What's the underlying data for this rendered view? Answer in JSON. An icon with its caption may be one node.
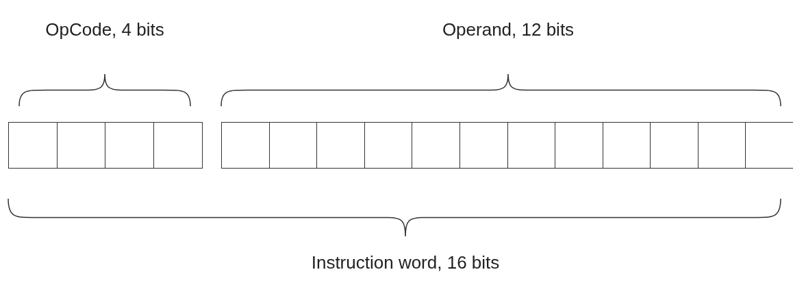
{
  "diagram": {
    "nodes": [
      {
        "text": [],
        "shape": "box"
      },
      {
        "text": [],
        "shape": "box"
      },
      {
        "text": [],
        "shape": "box"
      },
      {
        "text": [],
        "shape": "box"
      },
      {
        "text": [],
        "shape": "box"
      },
      {
        "text": [],
        "shape": "box"
      },
      {
        "text": [],
        "shape": "box"
      },
      {
        "text": [],
        "shape": "box"
      },
      {
        "text": [],
        "shape": "box"
      },
      {
        "text": [],
        "shape": "box"
      },
      {
        "text": [],
        "shape": "box"
      },
      {
        "text": [],
        "shape": "box"
      },
      {
        "text": [],
        "shape": "box"
      },
      {
        "text": [],
        "shape": "box"
      },
      {
        "text": [],
        "shape": "box"
      },
      {
        "text": [],
        "shape": "box"
      }
    ],
    "labels": [
      "OpCode, 4 bits",
      "Operand, 12 bits",
      "Instruction word, 16 bits"
    ]
  }
}
